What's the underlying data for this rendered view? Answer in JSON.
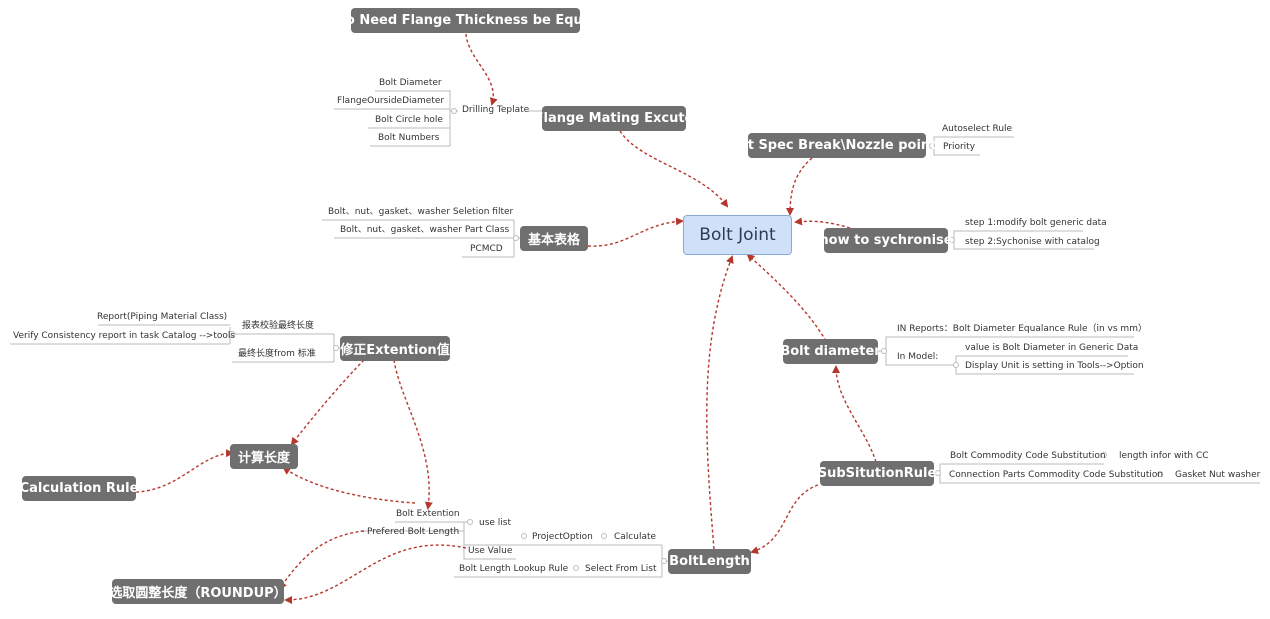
{
  "center": {
    "label": "Bolt Joint"
  },
  "nodes": {
    "no_need_flange": "No Need Flange Thickness be Equal",
    "flange_mating": "Flange Mating Excute",
    "spec_break": "At Spec Break\\Nozzle point",
    "basic_table": "基本表格",
    "how_to_sync": "how to sychronise",
    "correct_extension": "修正Extention值",
    "bolt_diameter": "Bolt diameter",
    "calc_length": "计算长度",
    "calc_rule": "Calculation Rule",
    "subsitution_rule": "SubSitutionRule",
    "bolt_length": "BoltLength",
    "roundup": "选取圆整长度（ROUNDUP）"
  },
  "leaves": {
    "bolt_dia_leaf": "Bolt Diameter",
    "flange_outside": "FlangeOursideDiameter",
    "bolt_circle": "Bolt Circle hole",
    "bolt_numbers": "Bolt Numbers",
    "drilling": "Drilling Teplate",
    "autoselect": "Autoselect Rule",
    "priority": "Priority",
    "selection_filter": "Bolt、nut、gasket、washer Seletion filter",
    "part_class": "Bolt、nut、gasket、washer  Part Class",
    "pcmcd": "PCMCD",
    "step1": "step 1:modify bolt generic data",
    "step2": "step 2:Sychonise with catalog",
    "report_pmc": "Report(Piping Material Class)",
    "verify": "Verify Consistency report in task Catalog -->tools",
    "check_length": "报表校验最终长度",
    "final_length": "最终长度from 标准",
    "in_reports": "IN Reports：Bolt Diameter Equalance Rule（in vs mm）",
    "in_model": "In Model:",
    "value_bolt": "value is Bolt Diameter in Generic Data",
    "display_unit": "Display Unit is setting in Tools-->Option",
    "commodity_sub": "Bolt Commodity Code Substitution",
    "length_infor": "length infor with CC",
    "connection_sub": "Connection Parts Commodity Code Substitution",
    "gasket_nut": "Gasket Nut washer",
    "bolt_extention": "Bolt Extention",
    "prefered_length": "Prefered Bolt Length",
    "use_list": "use list",
    "use_value": "Use Value",
    "project_option": "ProjectOption",
    "calculate": "Calculate",
    "lookup_rule": "Bolt Length Lookup Rule",
    "select_list": "Select From List"
  },
  "colors": {
    "node": "#6f6f6f",
    "center": "#cfe1f9",
    "arrow": "#b5372e",
    "line": "#bbbbbb"
  }
}
